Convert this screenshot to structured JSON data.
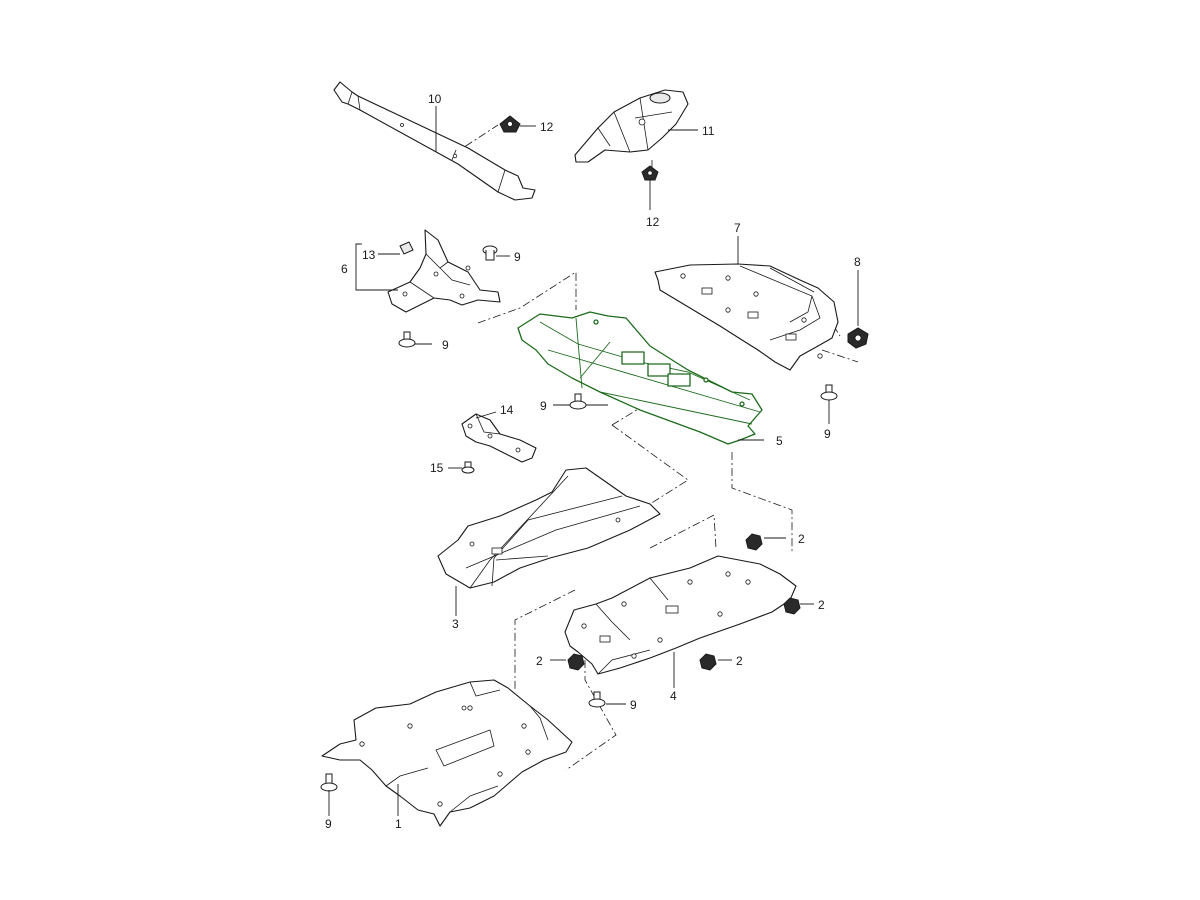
{
  "callouts": {
    "c1": "1",
    "c2a": "2",
    "c2b": "2",
    "c2c": "2",
    "c2d": "2",
    "c3": "3",
    "c4": "4",
    "c5": "5",
    "c6": "6",
    "c7": "7",
    "c8": "8",
    "c9a": "9",
    "c9b": "9",
    "c9c": "9",
    "c9d": "9",
    "c9e": "9",
    "c9f": "9",
    "c10": "10",
    "c11": "11",
    "c12a": "12",
    "c12b": "12",
    "c13": "13",
    "c14": "14",
    "c15": "15"
  },
  "colors": {
    "line": "#1a1a1a",
    "highlight": "#1d6b1d",
    "background": "#ffffff"
  }
}
